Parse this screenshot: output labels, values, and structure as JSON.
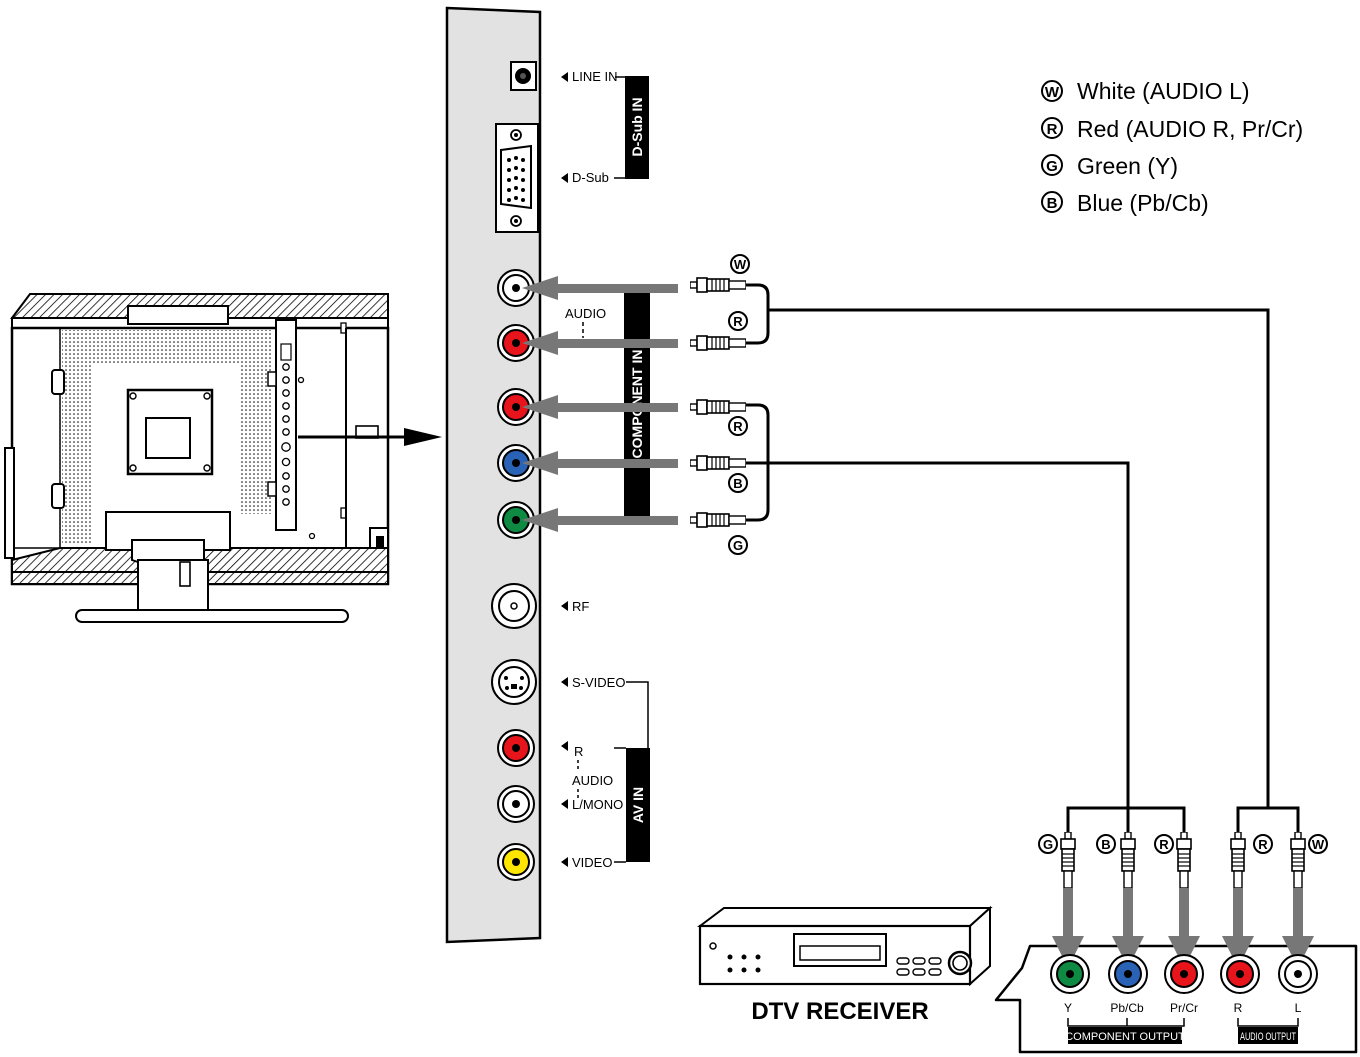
{
  "legend": [
    {
      "glyph": "W",
      "text": "White (AUDIO L)"
    },
    {
      "glyph": "R",
      "text": "Red (AUDIO R, Pr/Cr)"
    },
    {
      "glyph": "G",
      "text": "Green (Y)"
    },
    {
      "glyph": "B",
      "text": "Blue (Pb/Cb)"
    }
  ],
  "panel": {
    "line_in": "LINE IN",
    "dsub": "D-Sub",
    "dsub_group": "D-Sub IN",
    "component_group": "COMPONENT IN",
    "audio": "AUDIO",
    "rf": "RF",
    "svideo": "S-VIDEO",
    "r": "R",
    "audio2": "AUDIO",
    "lmono": "L/MONO",
    "video": "VIDEO",
    "av_group": "AV IN"
  },
  "cable_letters": {
    "w": "W",
    "r1": "R",
    "r2": "R",
    "b": "B",
    "g": "G"
  },
  "receiver": {
    "name": "DTV RECEIVER",
    "plug_letters": [
      "G",
      "B",
      "R",
      "R",
      "W"
    ],
    "jack_labels": [
      "Y",
      "Pb/Cb",
      "Pr/Cr",
      "R",
      "L"
    ],
    "component_output": "COMPONENT OUTPUT",
    "audio_output": "AUDIO OUTPUT"
  },
  "colors": {
    "white_jack": "#ffffff",
    "red_jack": "#e8141b",
    "blue_jack": "#2a62b5",
    "green_jack": "#0f8a43",
    "yellow_jack": "#ffe600",
    "arrow_gray": "#777777",
    "panel_fill": "#e2e2e2"
  }
}
